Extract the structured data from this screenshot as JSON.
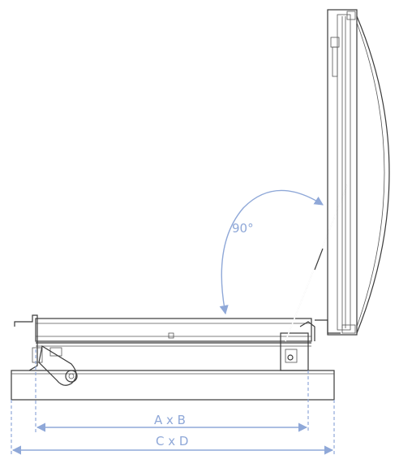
{
  "labels": {
    "angle": "90°",
    "inner_dimension": "A x B",
    "outer_dimension": "C x D"
  },
  "colors": {
    "dimension": "#8fa8d8",
    "line": "#3a3a3a"
  }
}
